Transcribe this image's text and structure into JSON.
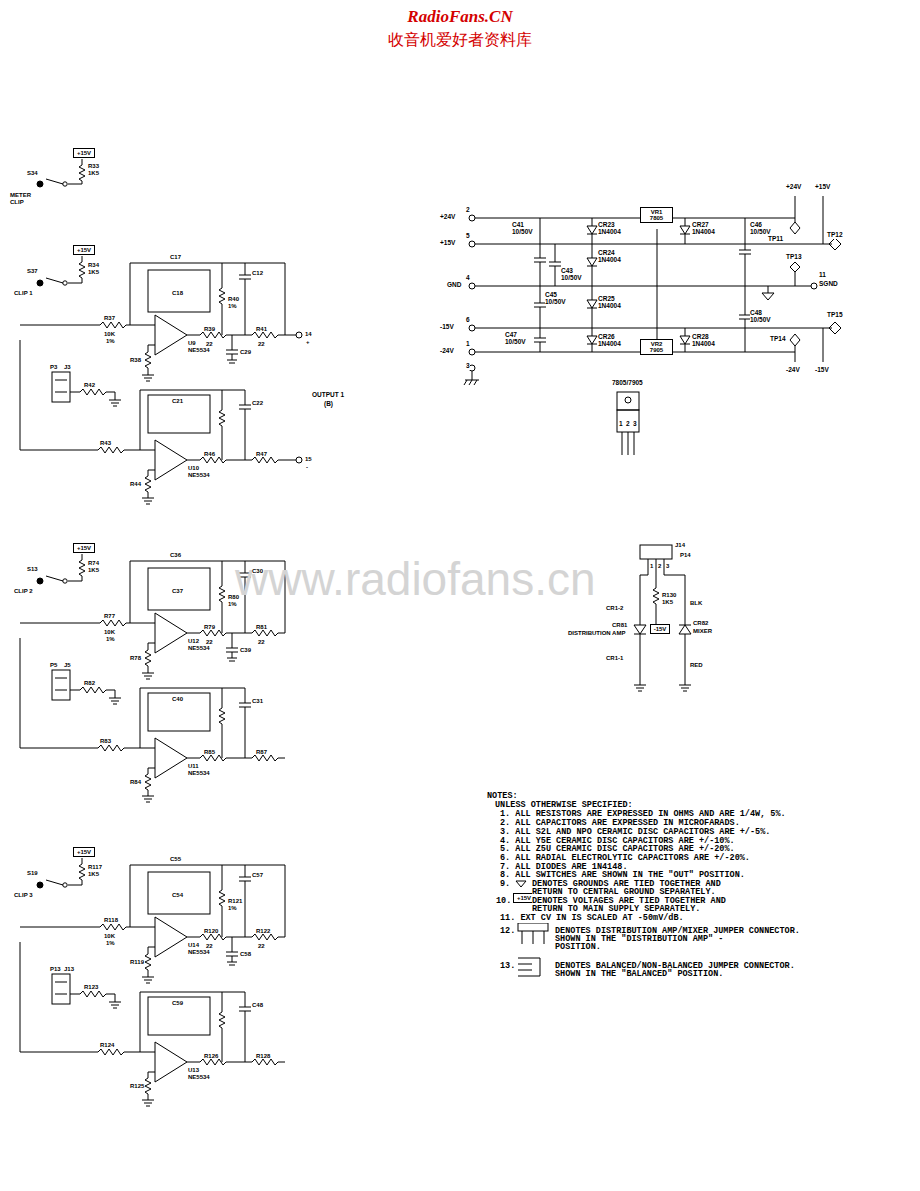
{
  "diagram": {
    "nodes": [
      {
        "text": [
          "+15V"
        ]
      },
      {
        "text": [
          "+15V"
        ]
      },
      {
        "text": [
          "+15V"
        ]
      },
      {
        "text": [
          "+15V"
        ]
      },
      {
        "text": [
          "VR1",
          "7805"
        ]
      },
      {
        "text": [
          "VR2",
          "7905"
        ]
      },
      {
        "text": [
          "-15V"
        ]
      },
      {
        "text": [
          "+15V"
        ]
      }
    ],
    "labels": [
      "RadioFans.CN",
      "收音机爱好者资料库",
      "www.radiofans.cn",
      "R33",
      "1K5",
      "S34",
      "METER",
      "CLIP",
      "R34",
      "1K5",
      "S37",
      "CLIP 1",
      "C17",
      "C18",
      "C12",
      "R37",
      "10K",
      "1%",
      "U9",
      "NE5534",
      "R39",
      "22",
      "R41",
      "22",
      "R40",
      "1%",
      "R38",
      "C29",
      "C21",
      "C22",
      "R42",
      "R43",
      "R44",
      "U10",
      "NE5534",
      "R46",
      "R47",
      "P3",
      "J3",
      "14",
      "+",
      "15",
      "-",
      "OUTPUT 1",
      "(B)",
      "R74",
      "1K5",
      "S13",
      "CLIP 2",
      "C36",
      "C37",
      "C30",
      "R77",
      "10K",
      "1%",
      "U12",
      "NE5534",
      "R79",
      "22",
      "R81",
      "22",
      "R80",
      "1%",
      "R78",
      "C39",
      "C40",
      "C31",
      "R82",
      "R83",
      "R84",
      "U11",
      "NE5534",
      "R85",
      "R87",
      "P5",
      "J5",
      "R117",
      "1K5",
      "S19",
      "CLIP 3",
      "C55",
      "C54",
      "C57",
      "R118",
      "10K",
      "1%",
      "U14",
      "NE5534",
      "R120",
      "22",
      "R122",
      "22",
      "R121",
      "1%",
      "R119",
      "C58",
      "C59",
      "C48",
      "R123",
      "R124",
      "R125",
      "U13",
      "NE5534",
      "R126",
      "R128",
      "P13",
      "J13",
      "2",
      "+24V",
      "5",
      "+15V",
      "4",
      "GND",
      "6",
      "-15V",
      "1",
      "-24V",
      "3",
      "C41",
      "10/50V",
      "CR23",
      "1N4004",
      "C43",
      "10/50V",
      "CR24",
      "1N4004",
      "CR27",
      "1N4004",
      "C46",
      "10/50V",
      "C45",
      "10/50V",
      "CR25",
      "1N4004",
      "C47",
      "10/50V",
      "CR26",
      "1N4004",
      "CR28",
      "1N4004",
      "C48",
      "10/50V",
      "+24V",
      "+15V",
      "TP11",
      "TP12",
      "TP13",
      "11",
      "SGND",
      "TP14",
      "TP15",
      "-24V",
      "-15V",
      "7805/7905",
      "1",
      "2",
      "3",
      "J14",
      "P14",
      "1",
      "2",
      "3",
      "CR1-2",
      "DISTRIBUTION AMP",
      "CR81",
      "R130",
      "1K5",
      "BLK",
      "CR82",
      "MIXER",
      "CR1-1",
      "RED",
      "NOTES:",
      "UNLESS OTHERWISE SPECIFIED:",
      "1.  ALL RESISTORS ARE EXPRESSED IN OHMS AND ARE 1/4W, 5%.",
      "2.  ALL CAPACITORS ARE EXPRESSED IN MICROFARADS.",
      "3.  ALL S2L AND NPO CERAMIC DISC CAPACITORS ARE +/-5%.",
      "4.  ALL Y5E CERAMIC DISC CAPACITORS ARE +/-10%.",
      "5.  ALL Z5U CERAMIC DISC CAPACITORS ARE +/-20%.",
      "6.  ALL RADIAL ELECTROLYTIC CAPACITORS ARE +/-20%.",
      "7.  ALL DIODES ARE 1N4148.",
      "8.  ALL SWITCHES ARE SHOWN IN THE \"OUT\" POSITION.",
      "9.",
      "DENOTES GROUNDS ARE TIED TOGETHER AND",
      "RETURN TO CENTRAL GROUND SEPARATELY.",
      "10.",
      "DENOTES VOLTAGES ARE TIED TOGETHER AND",
      "RETURN TO MAIN SUPPLY SEPARATELY.",
      "11. EXT CV IN IS SCALED AT -50mV/dB.",
      "12.",
      "DENOTES DISTRIBUTION AMP/MIXER JUMPER CONNECTOR.",
      "SHOWN IN THE \"DISTRIBUTION AMP\" -",
      "POSITION.",
      "13.",
      "DENOTES BALANCED/NON-BALANCED JUMPER CONNECTOR.",
      "SHOWN IN THE \"BALANCED\" POSITION."
    ]
  }
}
